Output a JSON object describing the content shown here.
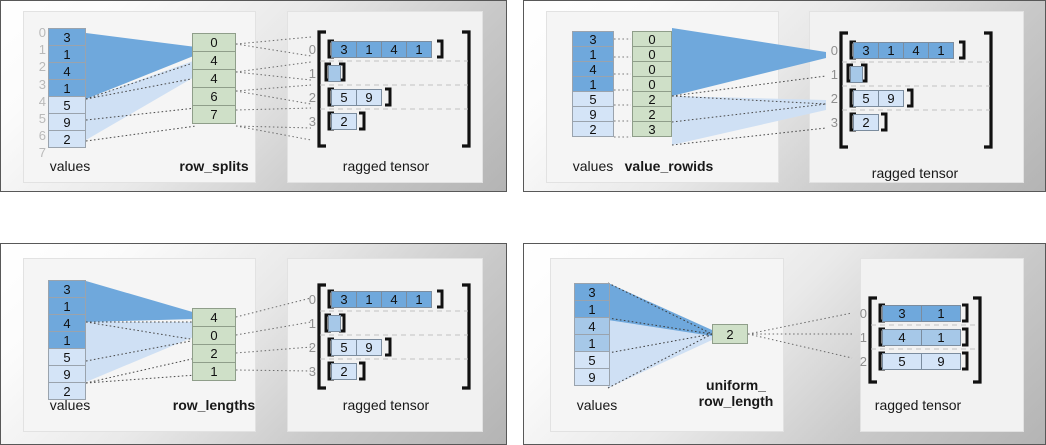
{
  "panels": [
    {
      "id": "row_splits",
      "label": "row_splits",
      "values_label": "values",
      "tensor_label": "ragged tensor",
      "values": [
        3,
        1,
        4,
        1,
        5,
        9,
        2
      ],
      "value_shades": [
        "d",
        "d",
        "d",
        "d",
        "l",
        "l",
        "l"
      ],
      "index_labels": [
        "0",
        "1",
        "2",
        "3",
        "4",
        "5",
        "6",
        "7"
      ],
      "encoding": [
        0,
        4,
        4,
        6,
        7
      ],
      "rows": [
        {
          "index": "0",
          "cells": [
            3,
            1,
            4,
            1
          ],
          "shade": "d"
        },
        {
          "index": "1",
          "cells": [],
          "shade": "m"
        },
        {
          "index": "2",
          "cells": [
            5,
            9
          ],
          "shade": "l"
        },
        {
          "index": "3",
          "cells": [
            2
          ],
          "shade": "l"
        }
      ]
    },
    {
      "id": "value_rowids",
      "label": "value_rowids",
      "values_label": "values",
      "tensor_label": "ragged tensor",
      "values": [
        3,
        1,
        4,
        1,
        5,
        9,
        2
      ],
      "value_shades": [
        "d",
        "d",
        "d",
        "d",
        "l",
        "l",
        "l"
      ],
      "index_labels": [],
      "encoding": [
        0,
        0,
        0,
        0,
        2,
        2,
        3
      ],
      "rows": [
        {
          "index": "0",
          "cells": [
            3,
            1,
            4,
            1
          ],
          "shade": "d"
        },
        {
          "index": "1",
          "cells": [],
          "shade": "m"
        },
        {
          "index": "2",
          "cells": [
            5,
            9
          ],
          "shade": "l"
        },
        {
          "index": "3",
          "cells": [
            2
          ],
          "shade": "l"
        }
      ]
    },
    {
      "id": "row_lengths",
      "label": "row_lengths",
      "values_label": "values",
      "tensor_label": "ragged tensor",
      "values": [
        3,
        1,
        4,
        1,
        5,
        9,
        2
      ],
      "value_shades": [
        "d",
        "d",
        "d",
        "d",
        "l",
        "l",
        "l"
      ],
      "index_labels": [],
      "encoding": [
        4,
        0,
        2,
        1
      ],
      "rows": [
        {
          "index": "0",
          "cells": [
            3,
            1,
            4,
            1
          ],
          "shade": "d"
        },
        {
          "index": "1",
          "cells": [],
          "shade": "m"
        },
        {
          "index": "2",
          "cells": [
            5,
            9
          ],
          "shade": "l"
        },
        {
          "index": "3",
          "cells": [
            2
          ],
          "shade": "l"
        }
      ]
    },
    {
      "id": "uniform_row_length",
      "label": "uniform_\nrow_length",
      "values_label": "values",
      "tensor_label": "ragged tensor",
      "values": [
        3,
        1,
        4,
        1,
        5,
        9
      ],
      "value_shades": [
        "d",
        "d",
        "m",
        "m",
        "l",
        "l"
      ],
      "index_labels": [],
      "encoding": [
        2
      ],
      "rows": [
        {
          "index": "0",
          "cells": [
            3,
            1
          ],
          "shade": "d"
        },
        {
          "index": "1",
          "cells": [
            4,
            1
          ],
          "shade": "m"
        },
        {
          "index": "2",
          "cells": [
            5,
            9
          ],
          "shade": "l"
        }
      ]
    }
  ],
  "colors": {
    "blue_dark": "#6fa8dc",
    "blue_mid": "#a6c8e8",
    "blue_light": "#d4e4f7",
    "green": "#cfe0c8",
    "fan_dark": "#6fa8dc",
    "fan_light": "#cfe0f4",
    "bracket": "#111111",
    "index_gray": "#b9b9b9"
  }
}
